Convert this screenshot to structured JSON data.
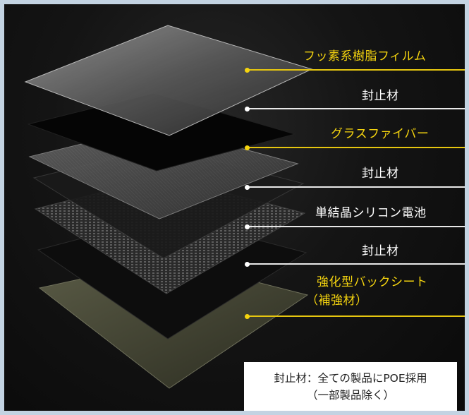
{
  "layers": [
    {
      "label_lines": [
        "フッ素系樹脂フィルム"
      ],
      "color": "#f5d40f"
    },
    {
      "label_lines": [
        "封止材"
      ],
      "color": "#ffffff"
    },
    {
      "label_lines": [
        "グラスファイバー"
      ],
      "color": "#f5d40f"
    },
    {
      "label_lines": [
        "封止材"
      ],
      "color": "#ffffff"
    },
    {
      "label_lines": [
        "単結晶シリコン電池"
      ],
      "color": "#ffffff"
    },
    {
      "label_lines": [
        "封止材"
      ],
      "color": "#ffffff"
    },
    {
      "label_lines": [
        "強化型バックシート",
        "（補強材）"
      ],
      "color": "#f5d40f"
    }
  ],
  "note": {
    "line1": "封止材：全ての製品にPOE採用",
    "line2": "（一部製品除く）"
  },
  "colors": {
    "accent_yellow": "#f5d40f",
    "background": "#141414",
    "frame": "#c3d3e2"
  }
}
